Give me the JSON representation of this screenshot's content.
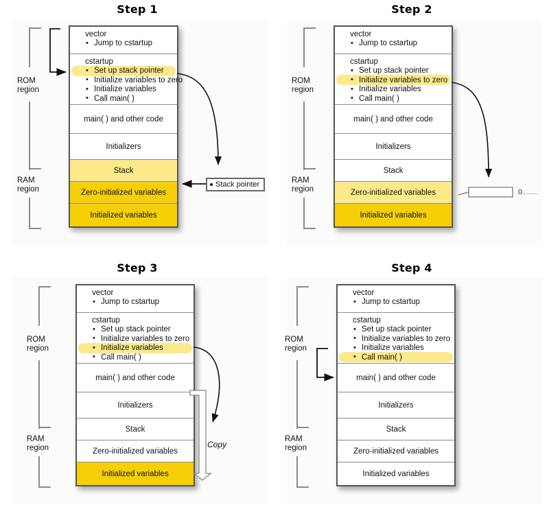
{
  "figure": {
    "title": "C startup sequence memory map steps",
    "accent_highlight": "#fbe98a",
    "accent_gold": "#f7cf06",
    "panel_bg": "#fbfbfb"
  },
  "labels": {
    "rom_region_line1": "ROM",
    "rom_region_line2": "region",
    "ram_region_line1": "RAM",
    "ram_region_line2": "region",
    "vector_header": "vector",
    "cstartup_header": "cstartup",
    "bullet_jump": "Jump to cstartup",
    "bullet_setup_sp": "Set up stack pointer",
    "bullet_init_zero": "Initialize variables to zero",
    "bullet_init_vars": "Initialize variables",
    "bullet_call_main": "Call main( )",
    "row_main_code": "main( ) and other code",
    "row_initializers": "Initializers",
    "row_stack": "Stack",
    "row_zero_init": "Zero-initialized variables",
    "row_initialized": "Initialized variables",
    "stack_pointer_box": "Stack pointer",
    "zero_value": "0",
    "zero_dots": ".........",
    "copy": "Copy"
  },
  "steps": [
    {
      "id": "step1",
      "title": "Step 1",
      "highlight": "bullet_setup_sp",
      "filled_rows": {
        "stack": "light",
        "zero_init": "gold",
        "initialized": "gold"
      },
      "annotations": [
        "stack-pointer-box",
        "curved-arrow-to-stack-pointer",
        "arrow-vector-to-cstartup"
      ]
    },
    {
      "id": "step2",
      "title": "Step 2",
      "highlight": "bullet_init_zero",
      "filled_rows": {
        "stack": "none",
        "zero_init": "light",
        "initialized": "gold"
      },
      "annotations": [
        "curved-arrow-to-zero-init",
        "hollow-arrow-zero-fill",
        "zero-value-label"
      ]
    },
    {
      "id": "step3",
      "title": "Step 3",
      "highlight": "bullet_init_vars",
      "filled_rows": {
        "stack": "none",
        "zero_init": "none",
        "initialized": "gold"
      },
      "annotations": [
        "curved-arrow-to-copy",
        "hollow-copy-arrow",
        "copy-label"
      ]
    },
    {
      "id": "step4",
      "title": "Step 4",
      "highlight": "bullet_call_main",
      "filled_rows": {
        "stack": "none",
        "zero_init": "none",
        "initialized": "none"
      },
      "annotations": [
        "arrow-call-main-to-main-code"
      ]
    }
  ]
}
